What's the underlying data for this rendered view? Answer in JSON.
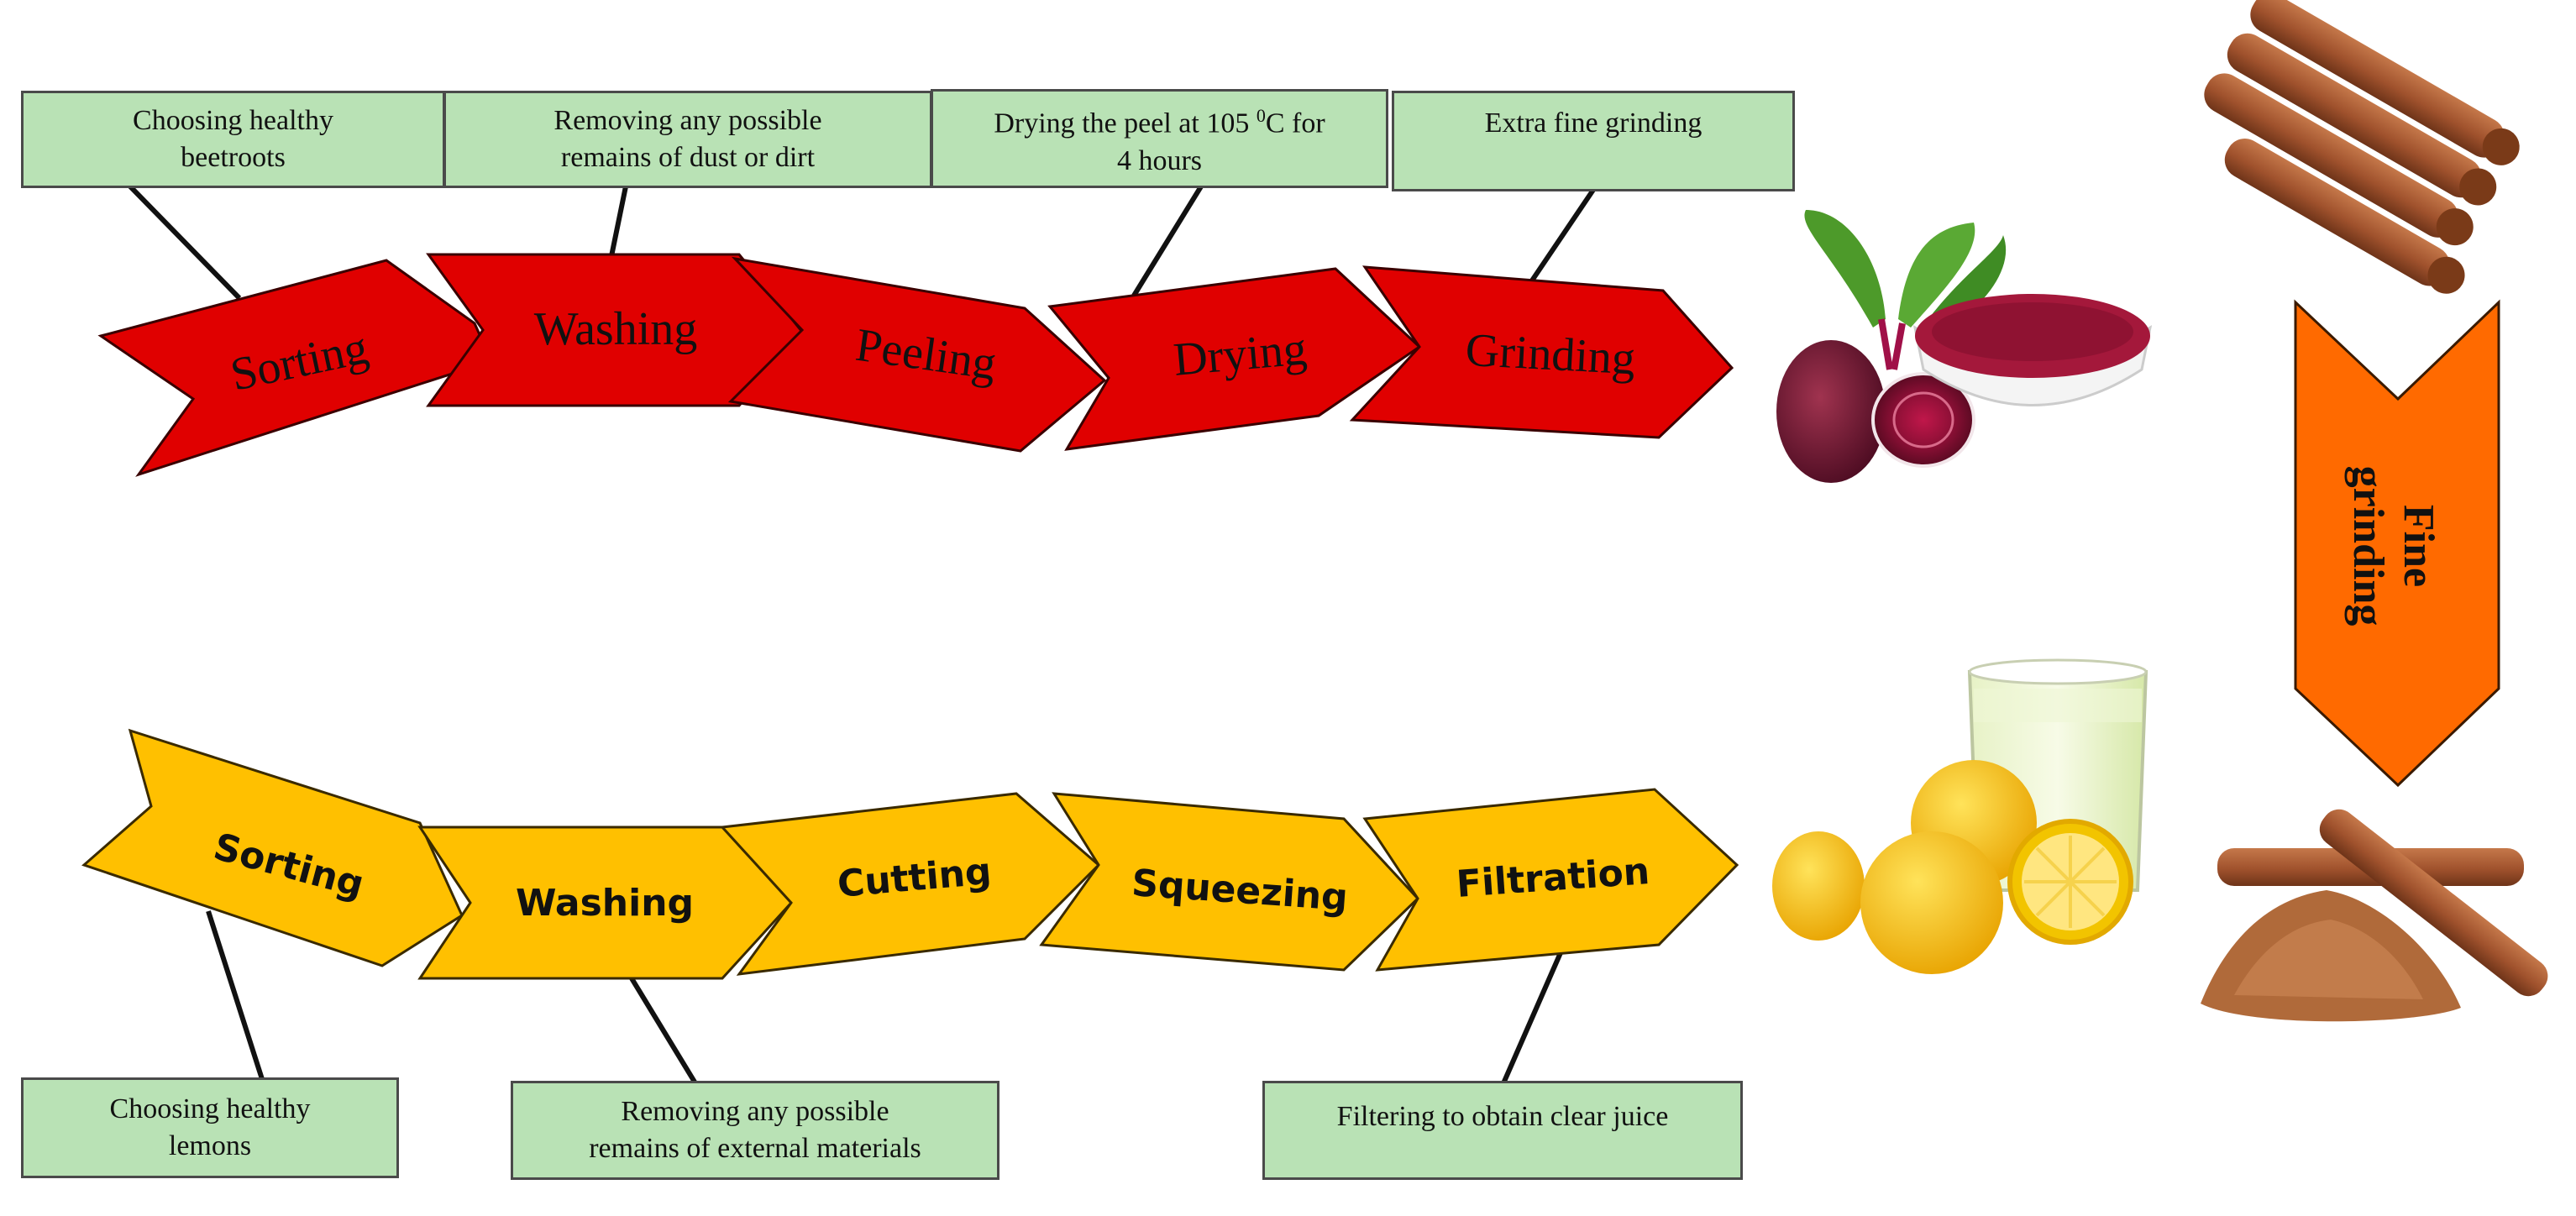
{
  "beetroot_process": {
    "steps": [
      "Sorting",
      "Washing",
      "Peeling",
      "Drying",
      "Grinding"
    ],
    "notes": {
      "sorting": "Choosing healthy\nbeetroots",
      "washing": "Removing any possible\nremains of dust or dirt",
      "drying_pre": "Drying the peel at 105 ",
      "drying_sup": "0",
      "drying_post": "C for",
      "drying_line2": "4 hours",
      "grinding": "Extra fine grinding"
    },
    "color": "#e00000"
  },
  "lemon_process": {
    "steps": [
      "Sorting",
      "Washing",
      "Cutting",
      "Squeezing",
      "Filtration"
    ],
    "notes": {
      "sorting": "Choosing healthy\nlemons",
      "washing": "Removing any possible\nremains of external materials",
      "filtration": "Filtering to obtain  clear juice"
    },
    "color": "#ffc000"
  },
  "cinnamon_process": {
    "label_line1": "Fine",
    "label_line2": "grinding",
    "color": "#ff6a00"
  },
  "images": [
    "beetroot-powder-photo",
    "lemon-juice-photo",
    "cinnamon-sticks-photo",
    "cinnamon-powder-photo"
  ]
}
